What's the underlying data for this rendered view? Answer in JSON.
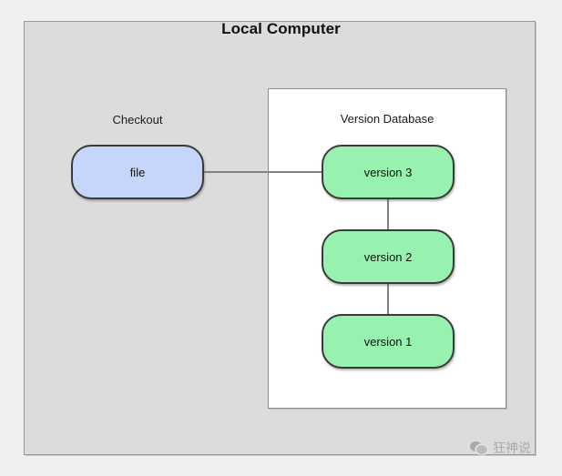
{
  "diagram": {
    "outer_container": {
      "title": "Local Computer",
      "background_color": "#dcdcdc",
      "border_color": "#9a9a9a"
    },
    "inner_container": {
      "title": "Version Database",
      "background_color": "#ffffff",
      "border_color": "#8f8f8f"
    },
    "checkout": {
      "label": "Checkout",
      "node_label": "file",
      "node_color": "#c5d6fa",
      "node_border_color": "#3a3a3a"
    },
    "versions": [
      {
        "label": "version 3",
        "color": "#97f2b0"
      },
      {
        "label": "version 2",
        "color": "#97f2b0"
      },
      {
        "label": "version 1",
        "color": "#97f2b0"
      }
    ],
    "connector_color": "#808080"
  },
  "watermark": {
    "icon": "wechat-icon",
    "text": "狂神说",
    "color": "#8d8d8d"
  }
}
